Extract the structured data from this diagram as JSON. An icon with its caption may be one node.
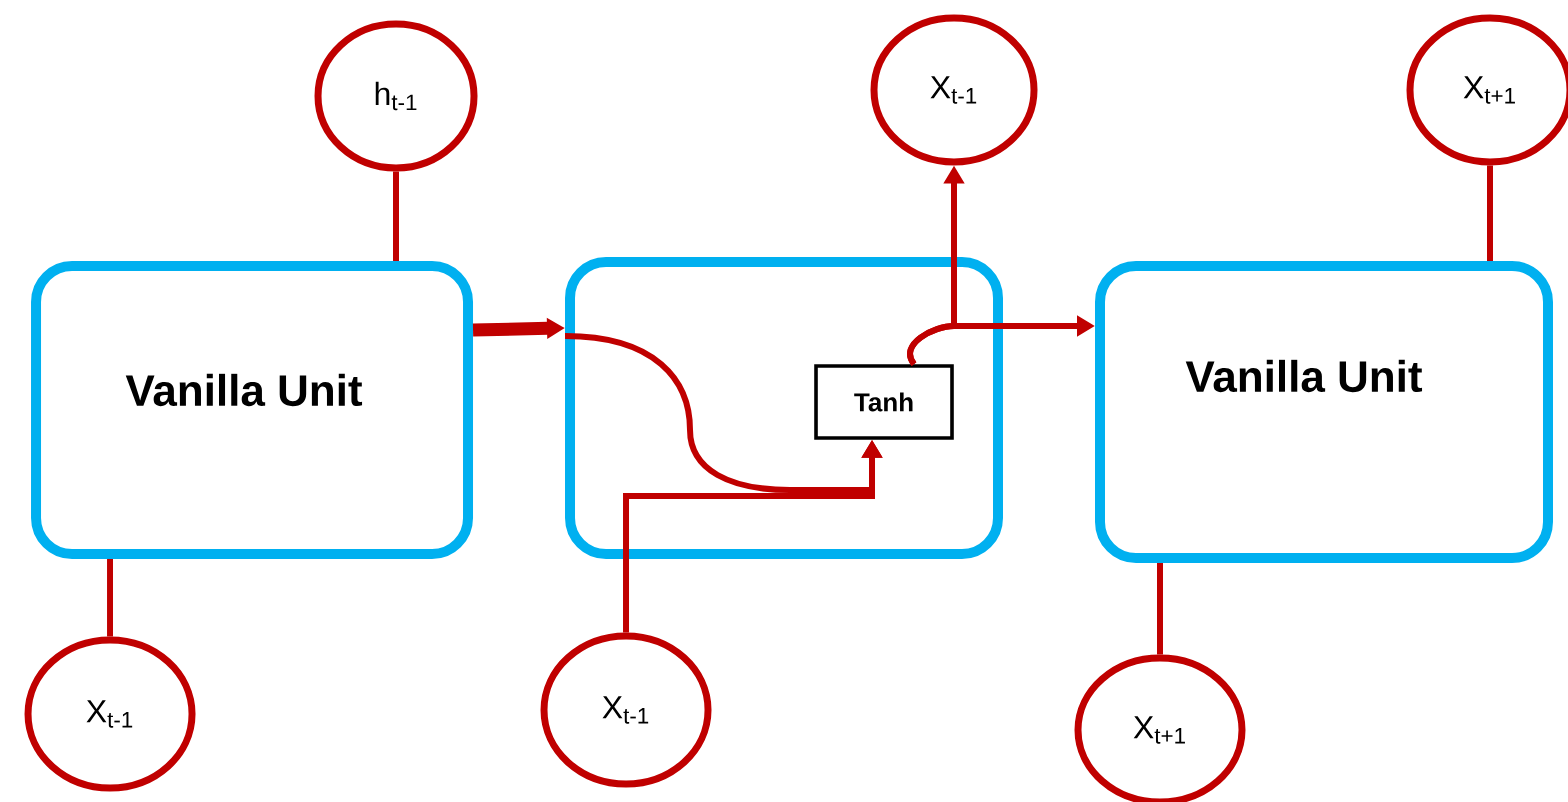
{
  "diagram": {
    "nodes": [
      {
        "text": [
          "h$_{t-1}$"
        ]
      },
      {
        "text": [
          "Vanilla Unit"
        ]
      },
      {
        "text": [
          "X$_{t-1}$"
        ]
      },
      {
        "text": [],
        "shape": "box"
      },
      {
        "text": [
          "Tanh"
        ],
        "in": 3
      },
      {
        "text": [
          "X$_{t-1}$"
        ]
      },
      {
        "text": [
          "X$_{t-1}$"
        ]
      },
      {
        "text": [
          "Vanilla Unit"
        ]
      },
      {
        "text": [
          "X$_{t+1}$"
        ]
      },
      {
        "text": [
          "X$_{t+1}$"
        ]
      }
    ],
    "edges": [
      {
        "from": 0,
        "to": 1,
        "arrow": "none"
      },
      {
        "from": 2,
        "to": 1,
        "arrow": "none"
      },
      {
        "from": 1,
        "to": 3,
        "arrow": "to",
        "style": "thick"
      },
      {
        "from": 3,
        "to": 4,
        "arrow": "to"
      },
      {
        "from": 5,
        "to": 4,
        "arrow": "to"
      },
      {
        "from": 4,
        "to": 6,
        "arrow": "to"
      },
      {
        "from": 4,
        "to": 7,
        "arrow": "to"
      },
      {
        "from": 8,
        "to": 7,
        "arrow": "none"
      },
      {
        "from": 9,
        "to": 7,
        "arrow": "none"
      }
    ]
  }
}
